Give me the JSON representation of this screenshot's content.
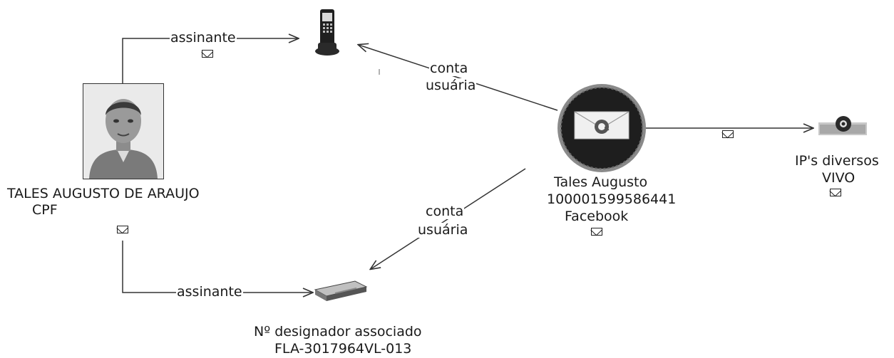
{
  "nodes": {
    "person": {
      "name": "TALES AUGUSTO DE ARAUJO",
      "doc": "CPF",
      "icon": "person-photo"
    },
    "phone": {
      "icon": "cordless-phone-icon"
    },
    "facebook": {
      "line1": "Tales Augusto",
      "line2": "100001599586441",
      "line3": "Facebook",
      "icon": "globe-email-badge-icon"
    },
    "ip": {
      "line1": "IP's diversos",
      "line2": "VIVO",
      "icon": "at-sign-network-icon"
    },
    "modem": {
      "line1": "Nº designador associado",
      "line2": "FLA-3017964VL-013",
      "icon": "modem-device-icon"
    }
  },
  "edges": {
    "assinante_top": "assinante",
    "assinante_bottom": "assinante",
    "conta_top_1": "conta",
    "conta_top_2": "usuária",
    "conta_bottom_1": "conta",
    "conta_bottom_2": "usuária"
  },
  "colors": {
    "line": "#333333",
    "node_dark": "#1e1e1e",
    "node_ring": "#555555"
  }
}
